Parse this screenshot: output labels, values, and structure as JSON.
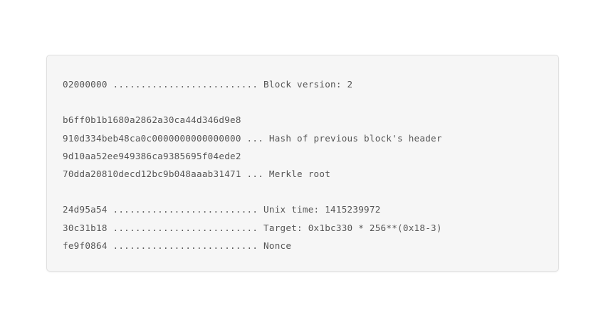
{
  "page": {
    "background_color": "#ffffff",
    "text_color": "#555555"
  },
  "code_block": {
    "background_color": "#f6f6f6",
    "border_color": "#e0e0e0",
    "title": "",
    "lines": [
      {
        "kind": "entry",
        "hex": "02000000",
        "separator": " .......................... ",
        "label": "Block version: 2",
        "text": "02000000 .......................... Block version: 2"
      },
      {
        "kind": "blank",
        "text": ""
      },
      {
        "kind": "hex-only",
        "hex": "b6ff0b1b1680a2862a30ca44d346d9e8",
        "separator": "",
        "label": "",
        "text": "b6ff0b1b1680a2862a30ca44d346d9e8"
      },
      {
        "kind": "entry",
        "hex": "910d334beb48ca0c0000000000000000",
        "separator": " ... ",
        "label": "Hash of previous block's header",
        "text": "910d334beb48ca0c0000000000000000 ... Hash of previous block's header"
      },
      {
        "kind": "hex-only",
        "hex": "9d10aa52ee949386ca9385695f04ede2",
        "separator": "",
        "label": "",
        "text": "9d10aa52ee949386ca9385695f04ede2"
      },
      {
        "kind": "entry",
        "hex": "70dda20810decd12bc9b048aaab31471",
        "separator": " ... ",
        "label": "Merkle root",
        "text": "70dda20810decd12bc9b048aaab31471 ... Merkle root"
      },
      {
        "kind": "blank",
        "text": ""
      },
      {
        "kind": "entry",
        "hex": "24d95a54",
        "separator": " .......................... ",
        "label": "Unix time: 1415239972",
        "text": "24d95a54 .......................... Unix time: 1415239972"
      },
      {
        "kind": "entry",
        "hex": "30c31b18",
        "separator": " .......................... ",
        "label": "Target: 0x1bc330 * 256**(0x18-3)",
        "text": "30c31b18 .......................... Target: 0x1bc330 * 256**(0x18-3)"
      },
      {
        "kind": "entry",
        "hex": "fe9f0864",
        "separator": " .......................... ",
        "label": "Nonce",
        "text": "fe9f0864 .......................... Nonce"
      }
    ]
  }
}
